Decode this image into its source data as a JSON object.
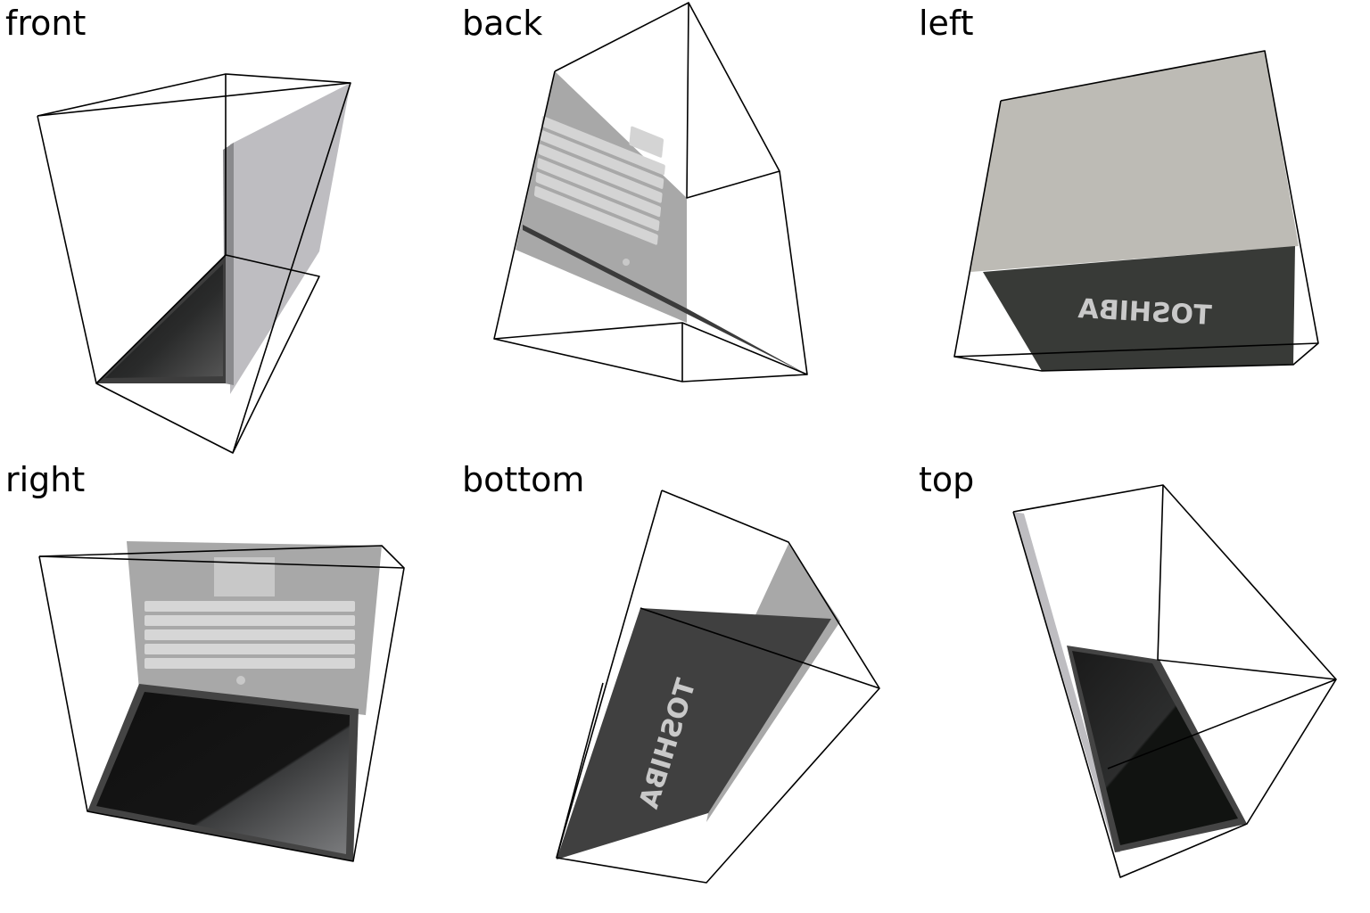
{
  "views": [
    {
      "id": "front",
      "label": "front"
    },
    {
      "id": "back",
      "label": "back"
    },
    {
      "id": "left",
      "label": "left"
    },
    {
      "id": "right",
      "label": "right"
    },
    {
      "id": "bottom",
      "label": "bottom"
    },
    {
      "id": "top",
      "label": "top"
    }
  ],
  "brand_logo": "TOSHIBA",
  "colors": {
    "lid_silver": "#bebdc1",
    "lid_dark": "#404040",
    "deck_gray": "#a8a8a8",
    "key_gray": "#d8d8d8",
    "screen_black": "#111311",
    "bezel": "#444444",
    "left_top_face": "#bdbbb5",
    "left_dark_face": "#383a37",
    "logo_silver": "#c9c9c9",
    "wire": "#000000"
  }
}
